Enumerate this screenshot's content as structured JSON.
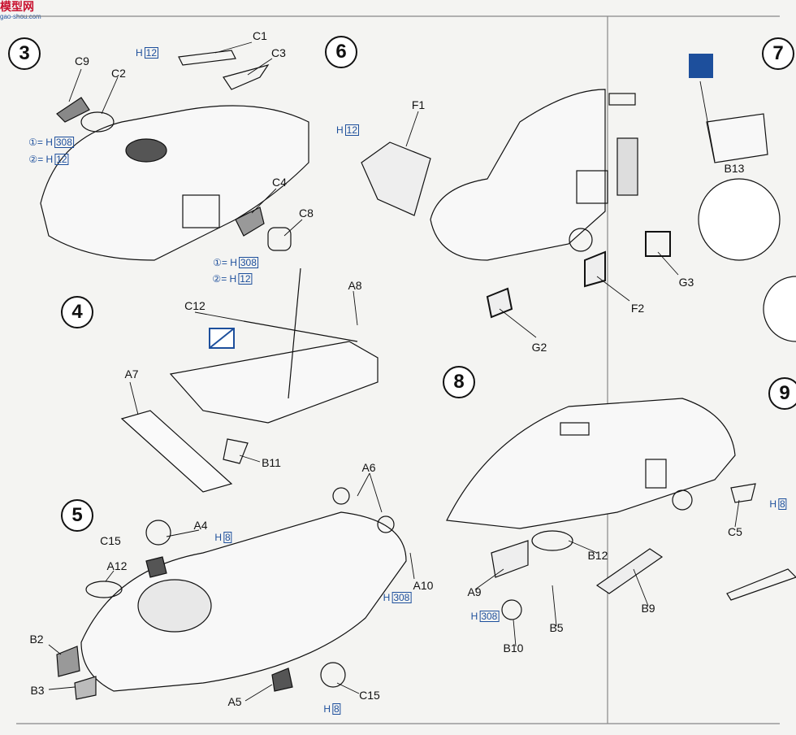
{
  "watermark": {
    "title": "模型网",
    "url": "gao-shou.com"
  },
  "steps": [
    "3",
    "4",
    "5",
    "6",
    "7",
    "8",
    "9"
  ],
  "parts": {
    "c1": "C1",
    "c2": "C2",
    "c3": "C3",
    "c4": "C4",
    "c5": "C5",
    "c8": "C8",
    "c9": "C9",
    "c12": "C12",
    "c15a": "C15",
    "c15b": "C15",
    "a4": "A4",
    "a5": "A5",
    "a6": "A6",
    "a7": "A7",
    "a8": "A8",
    "a9": "A9",
    "a10": "A10",
    "a12": "A12",
    "b2": "B2",
    "b3": "B3",
    "b5": "B5",
    "b9": "B9",
    "b10": "B10",
    "b11": "B11",
    "b12": "B12",
    "b13": "B13",
    "f1": "F1",
    "f2": "F2",
    "g2": "G2",
    "g3": "G3"
  },
  "paint": {
    "h12": "H",
    "h12n": "12",
    "h308": "H",
    "h308n": "308",
    "h8": "H",
    "h8n": "8",
    "opt1_num": "①",
    "opt1_eq": "=",
    "opt1_h": "H",
    "opt1_n": "308",
    "opt2_num": "②",
    "opt2_eq": "=",
    "opt2_h": "H",
    "opt2_n": "12"
  },
  "colors": {
    "paint": "#1d4f9c",
    "ink": "#111111",
    "paper": "#f4f4f2",
    "logo": "#c8102e"
  }
}
